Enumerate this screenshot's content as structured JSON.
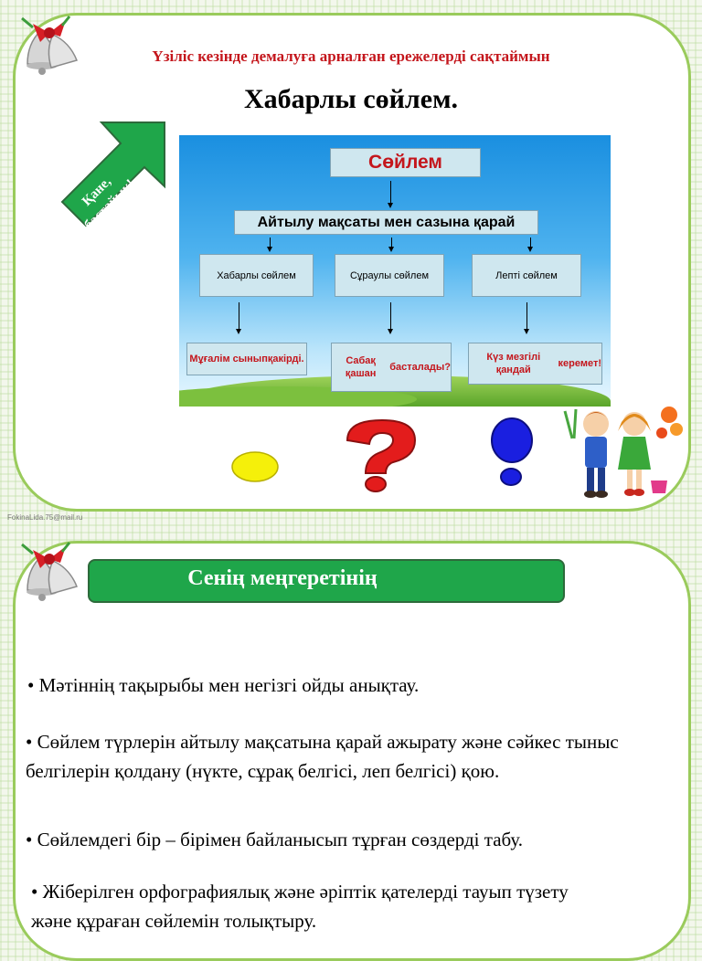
{
  "slide1": {
    "subtitle": "Үзіліс кезінде демалуға арналған ережелерді сақтаймын",
    "title": "Хабарлы сөйлем.",
    "arrow_label_line1": "Қане,",
    "arrow_label_line2": "бастайық!",
    "diagram": {
      "root": "Сөйлем",
      "middle": "Айтылу мақсаты мен сазына қарай",
      "types": [
        "Хабарлы сөйлем",
        "Сұраулы сөйлем",
        "Лепті сөйлем"
      ],
      "examples": [
        {
          "line1": "Мұғалім сыныпқа",
          "line2": "кірді."
        },
        {
          "line1": "Сабақ қашан",
          "line2": "басталады?"
        },
        {
          "line1": "Күз мезгілі қандай",
          "line2": "керемет!"
        }
      ]
    },
    "colors": {
      "dot": "#f5f00a",
      "question": "#e31c1c",
      "exclaim": "#1a1fe0"
    },
    "email": "FokinaLida.75@mail.ru"
  },
  "slide2": {
    "banner": "Сенің меңгеретінің",
    "items": [
      "•    Мәтіннің тақырыбы мен негізгі ойды анықтау.",
      "•  Сөйлем түрлерін айтылу мақсатына қарай ажырату және сәйкес тыныс белгілерін қолдану (нүкте, сұрақ белгісі, леп белгісі) қою.",
      "• Сөйлемдегі бір – бірімен  байланысып тұрған  сөздерді табу.",
      "•  Жіберілген  орфографиялық және әріптік қателерді тауып түзету және құраған сөйлемін толықтыру."
    ]
  }
}
